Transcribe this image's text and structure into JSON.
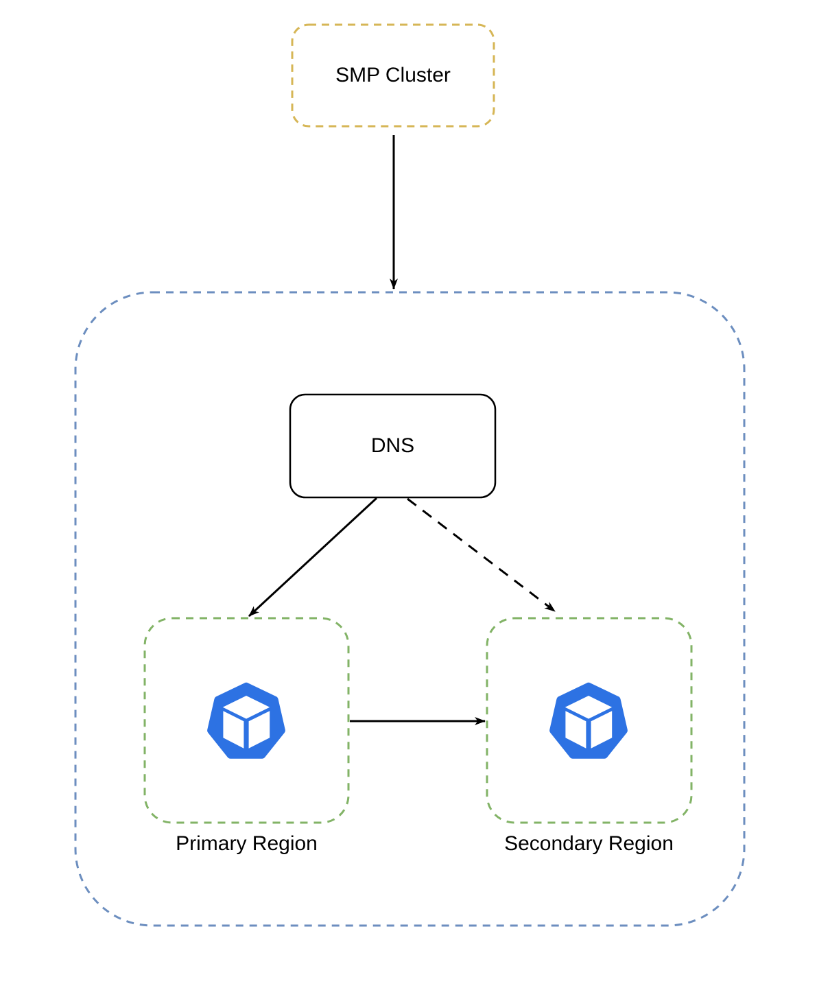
{
  "diagram": {
    "type": "architecture-diagram",
    "nodes": {
      "smp_cluster": {
        "label": "SMP Cluster"
      },
      "dns": {
        "label": "DNS"
      },
      "primary_region": {
        "label": "Primary Region"
      },
      "secondary_region": {
        "label": "Secondary Region"
      }
    },
    "edges": [
      {
        "from": "smp_cluster",
        "to": "outer_container",
        "style": "solid",
        "arrow": "end"
      },
      {
        "from": "dns",
        "to": "primary_region",
        "style": "solid",
        "arrow": "end"
      },
      {
        "from": "dns",
        "to": "secondary_region",
        "style": "dashed",
        "arrow": "end"
      },
      {
        "from": "primary_region",
        "to": "secondary_region",
        "style": "solid",
        "arrow": "end"
      }
    ],
    "icons": {
      "primary_region": "cube-heptagon-icon",
      "secondary_region": "cube-heptagon-icon"
    },
    "colors": {
      "smp_border": "#D6B656",
      "outer_border": "#6C8EBF",
      "region_border": "#82B366",
      "node_border": "#000000",
      "icon_blue": "#2D72E3",
      "arrow_color": "#000000",
      "text_color": "#000000",
      "background": "#FFFFFF"
    }
  }
}
